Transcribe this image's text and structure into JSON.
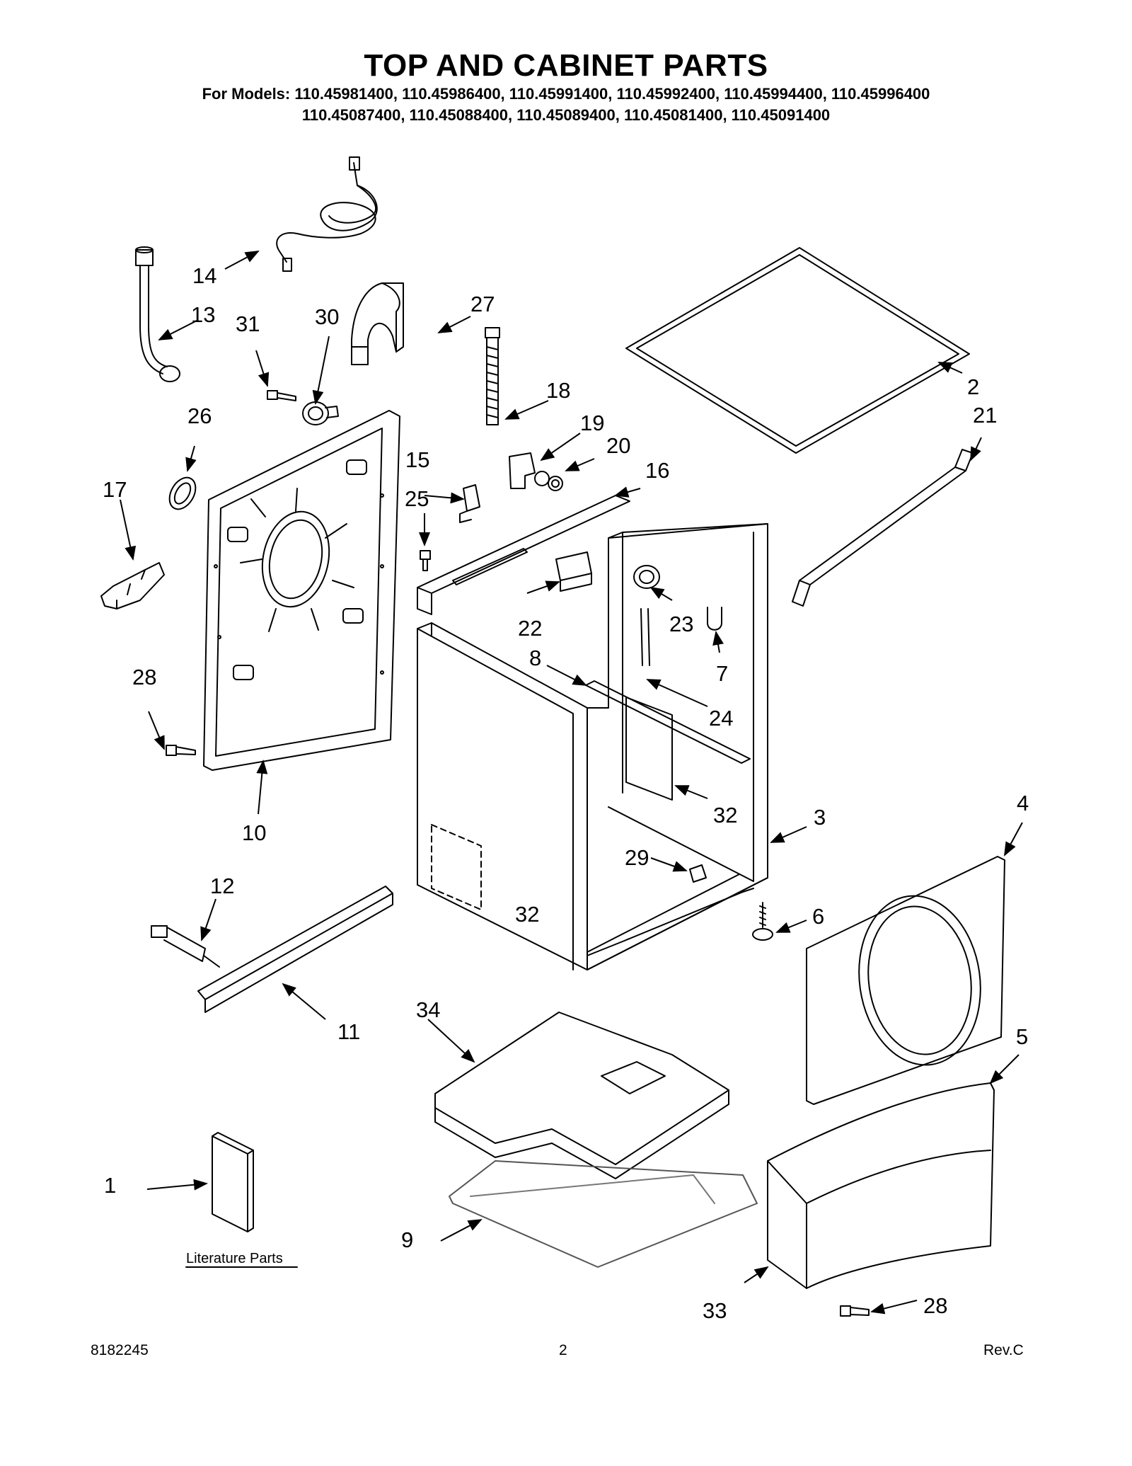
{
  "header": {
    "title": "TOP AND CABINET PARTS",
    "models_line1": "For Models: 110.45981400, 110.45986400, 110.45991400, 110.45992400, 110.45994400, 110.45996400",
    "models_line2": "110.45087400, 110.45088400, 110.45089400, 110.45081400, 110.45091400"
  },
  "callouts": [
    "1",
    "2",
    "3",
    "4",
    "5",
    "6",
    "7",
    "8",
    "9",
    "10",
    "11",
    "12",
    "13",
    "14",
    "15",
    "16",
    "17",
    "18",
    "19",
    "20",
    "21",
    "22",
    "23",
    "24",
    "25",
    "26",
    "27",
    "28",
    "29",
    "30",
    "31",
    "32",
    "33",
    "34"
  ],
  "literature_label": "Literature Parts",
  "footer": {
    "doc_number": "8182245",
    "page": "2",
    "revision": "Rev.C"
  },
  "colors": {
    "line": "#000000",
    "fill": "#ffffff",
    "shade": "#e6e6e6"
  }
}
